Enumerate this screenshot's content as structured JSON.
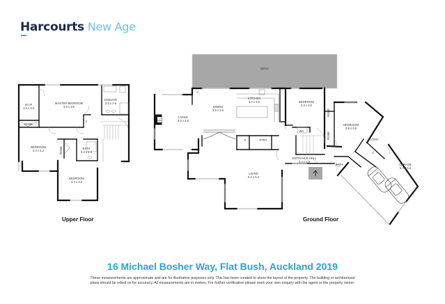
{
  "header": {
    "brand": "Harcourts",
    "office": "New Age",
    "brand_color": "#1c2a48",
    "office_color": "#6cc3e6"
  },
  "upper_floor": {
    "label": "Upper Floor",
    "rooms": [
      {
        "name": "W.I.R",
        "size": "1.8 x 3.2"
      },
      {
        "name": "MASTER BEDROOM",
        "size": "3.6 x 3.6"
      },
      {
        "name": "ENSUITE",
        "size": "3.5 x 2.9"
      },
      {
        "name": "ROBE",
        "size": ""
      },
      {
        "name": "C",
        "size": ""
      },
      {
        "name": "BEDROOM",
        "size": "3.4 x 4.2"
      },
      {
        "name": "ROBE",
        "size": ""
      },
      {
        "name": "BATH",
        "size": "2.4 x 2.3"
      },
      {
        "name": "BEDROOM",
        "size": "3.4 x 3.4"
      }
    ]
  },
  "ground_floor": {
    "label": "Ground Floor",
    "rooms": [
      {
        "name": "DECK",
        "size": ""
      },
      {
        "name": "LIVING",
        "size": "4.0 x 4.8"
      },
      {
        "name": "FP",
        "size": ""
      },
      {
        "name": "C",
        "size": ""
      },
      {
        "name": "DINING",
        "size": "3.5 x 3.6"
      },
      {
        "name": "KITCHEN",
        "size": "4.0 x 4.0"
      },
      {
        "name": "BEDROOM",
        "size": "3.4 x 3.0"
      },
      {
        "name": "ROBE",
        "size": ""
      },
      {
        "name": "ROBE",
        "size": ""
      },
      {
        "name": "BEDROOM",
        "size": "3.6 x 3.6"
      },
      {
        "name": "WC",
        "size": ""
      },
      {
        "name": "F",
        "size": ""
      },
      {
        "name": "PTRY",
        "size": ""
      },
      {
        "name": "L'DRY",
        "size": ""
      },
      {
        "name": "C",
        "size": ""
      },
      {
        "name": "ENTRANCE HALL",
        "size": "3.4 x 2.0"
      },
      {
        "name": "BATH",
        "size": ""
      },
      {
        "name": "LIVING",
        "size": "5.2 x 5.2"
      },
      {
        "name": "GARAGE",
        "size": "5.4 x 5.4"
      }
    ]
  },
  "footer": {
    "address": "16 Michael Bosher Way, Flat Bush, Auckland 2019",
    "address_color": "#24a6cf",
    "disclaimer_line1": "These measurements are approximate and are for illustration purposes only. This has been created to show the layout of the property. The building or architectural",
    "disclaimer_line2": "plans should be relied on for accuracy. All measurements are in meters. For further verification please seek your own enquiry with the agent or the property owner."
  }
}
